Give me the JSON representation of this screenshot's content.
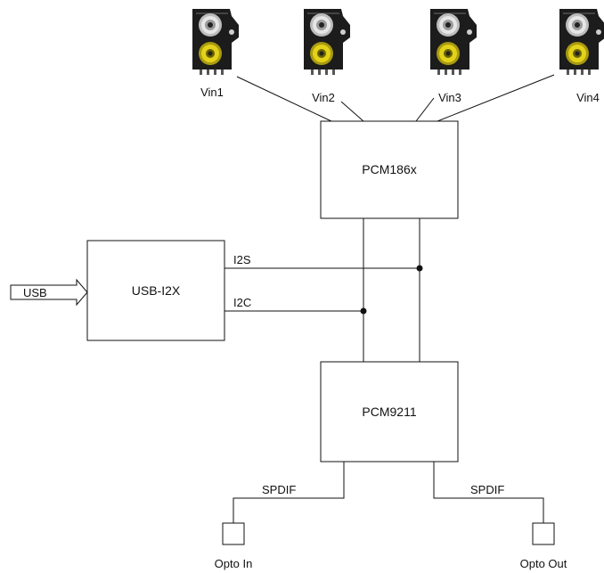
{
  "inputs": [
    {
      "label": "Vin1"
    },
    {
      "label": "Vin2"
    },
    {
      "label": "Vin3"
    },
    {
      "label": "Vin4"
    }
  ],
  "blocks": {
    "adc": "PCM186x",
    "usb_bridge": "USB-I2X",
    "spdif": "PCM9211"
  },
  "usb_arrow": "USB",
  "buses": {
    "i2s": "I2S",
    "i2c": "I2C"
  },
  "spdif_left": "SPDIF",
  "spdif_right": "SPDIF",
  "opto_in": "Opto In",
  "opto_out": "Opto Out",
  "colors": {
    "line": "#111111",
    "connector_body": "#1c1c1c",
    "white_ring": "#d8d8d8",
    "yellow_ring": "#e3d21a"
  },
  "icon": "rca-jack-icon"
}
